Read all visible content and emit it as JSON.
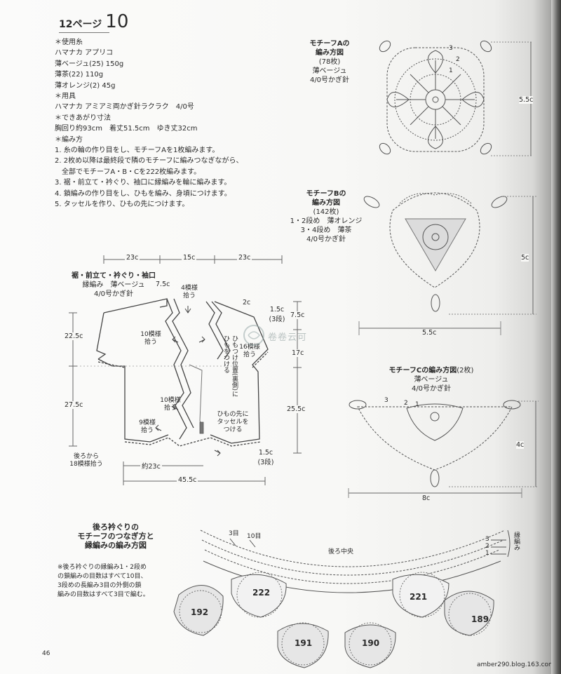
{
  "header": {
    "page_label": "12ページ",
    "pattern_no": "10"
  },
  "materials": [
    "＊使用糸",
    "ハマナカ アプリコ",
    "薄ベージュ(25) 150g",
    "薄茶(22) 110g",
    "薄オレンジ(2) 45g",
    "＊用具",
    "ハマナカ アミアミ両かぎ針ラクラク　4/0号",
    "＊できあがり寸法",
    "胸回り約93cm　着丈51.5cm　ゆき丈32cm",
    "＊編み方",
    "1. 糸の輪の作り目をし、モチーフAを1枚編みます。",
    "2. 2枚め以降は最終段で隣のモチーフに編みつなぎながら、",
    "　全部でモチーフA・B・Cを222枚編みます。",
    "3. 裾・前立て・衿ぐり、袖口に縁編みを輪に編みます。",
    "4. 鎖編みの作り目をし、ひもを編み、身頃につけます。",
    "5. タッセルを作り、ひもの先につけます。"
  ],
  "motif_a": {
    "title1": "モチーフAの",
    "title2": "編み方図",
    "count": "(78枚)",
    "color": "薄ベージュ",
    "hook": "4/0号かぎ針",
    "size": "5.5c",
    "rounds": [
      "3",
      "2",
      "1"
    ]
  },
  "motif_b": {
    "title1": "モチーフBの",
    "title2": "編み方図",
    "count": "(142枚)",
    "rows12": "1・2段め　薄オレンジ",
    "rows34": "3・4段め　薄茶",
    "hook": "4/0号かぎ針",
    "height": "5c",
    "width": "5.5c"
  },
  "motif_c": {
    "title": "モチーフCの編み方図",
    "count": "(2枚)",
    "color": "薄ベージュ",
    "hook": "4/0号かぎ針",
    "height": "4c",
    "width": "8c",
    "rounds": [
      "3",
      "2",
      "1"
    ]
  },
  "body_diagram": {
    "title": "裾・前立て・衿ぐり・袖口",
    "stitch": "縁編み　薄ベージュ",
    "hook": "4/0号かぎ針",
    "dims": {
      "top_left": "23c",
      "top_mid": "15c",
      "top_right": "23c",
      "shoulder": "7.5c",
      "neck": "2c",
      "sleeve_rows": "1.5c",
      "sleeve_rows_n": "(3段)",
      "right_top": "7.5c",
      "h_left_top": "22.5c",
      "h_left_bottom": "27.5c",
      "h_right_mid": "17c",
      "h_right_bottom": "25.5c",
      "hem_rows": "1.5c",
      "hem_rows_n": "(3段)",
      "hem_half": "約23c",
      "width": "45.5c"
    },
    "labels": {
      "pick4": "4模様",
      "pick4b": "拾う",
      "pick10a": "10模様",
      "pick10ab": "拾う",
      "pick16": "16模様",
      "pick16b": "拾う",
      "pick10b": "10模様",
      "pick10bb": "拾う",
      "pick9": "9模様",
      "pick9b": "拾う",
      "back18a": "後ろから",
      "back18b": "18模様拾う",
      "tie1": "ひもつけ位置(裏側)に",
      "tie2": "ひもをつける",
      "tassel1": "ひもの先に",
      "tassel2": "タッセルを",
      "tassel3": "つける"
    }
  },
  "collar": {
    "title1": "後ろ衿ぐりの",
    "title2": "モチーフのつなぎ方と",
    "title3": "縁編みの編み方図",
    "note1": "※後ろ衿ぐりの縁編み1・2段め",
    "note2": "の鎖編みの目数はすべて10目、",
    "note3": "3段めの長編み3目の外側の鎖",
    "note4": "編みの目数はすべて3目で編む。",
    "label_3me": "3目",
    "label_10me": "10目",
    "center_back": "後ろ中央",
    "edge_label": "縁編み",
    "rows": [
      "3",
      "2",
      "1"
    ],
    "motif_numbers": [
      "192",
      "222",
      "191",
      "190",
      "221",
      "189"
    ]
  },
  "watermark": "卷卷云可",
  "page_number": "46",
  "footer_source": "amber290.blog.163.com"
}
